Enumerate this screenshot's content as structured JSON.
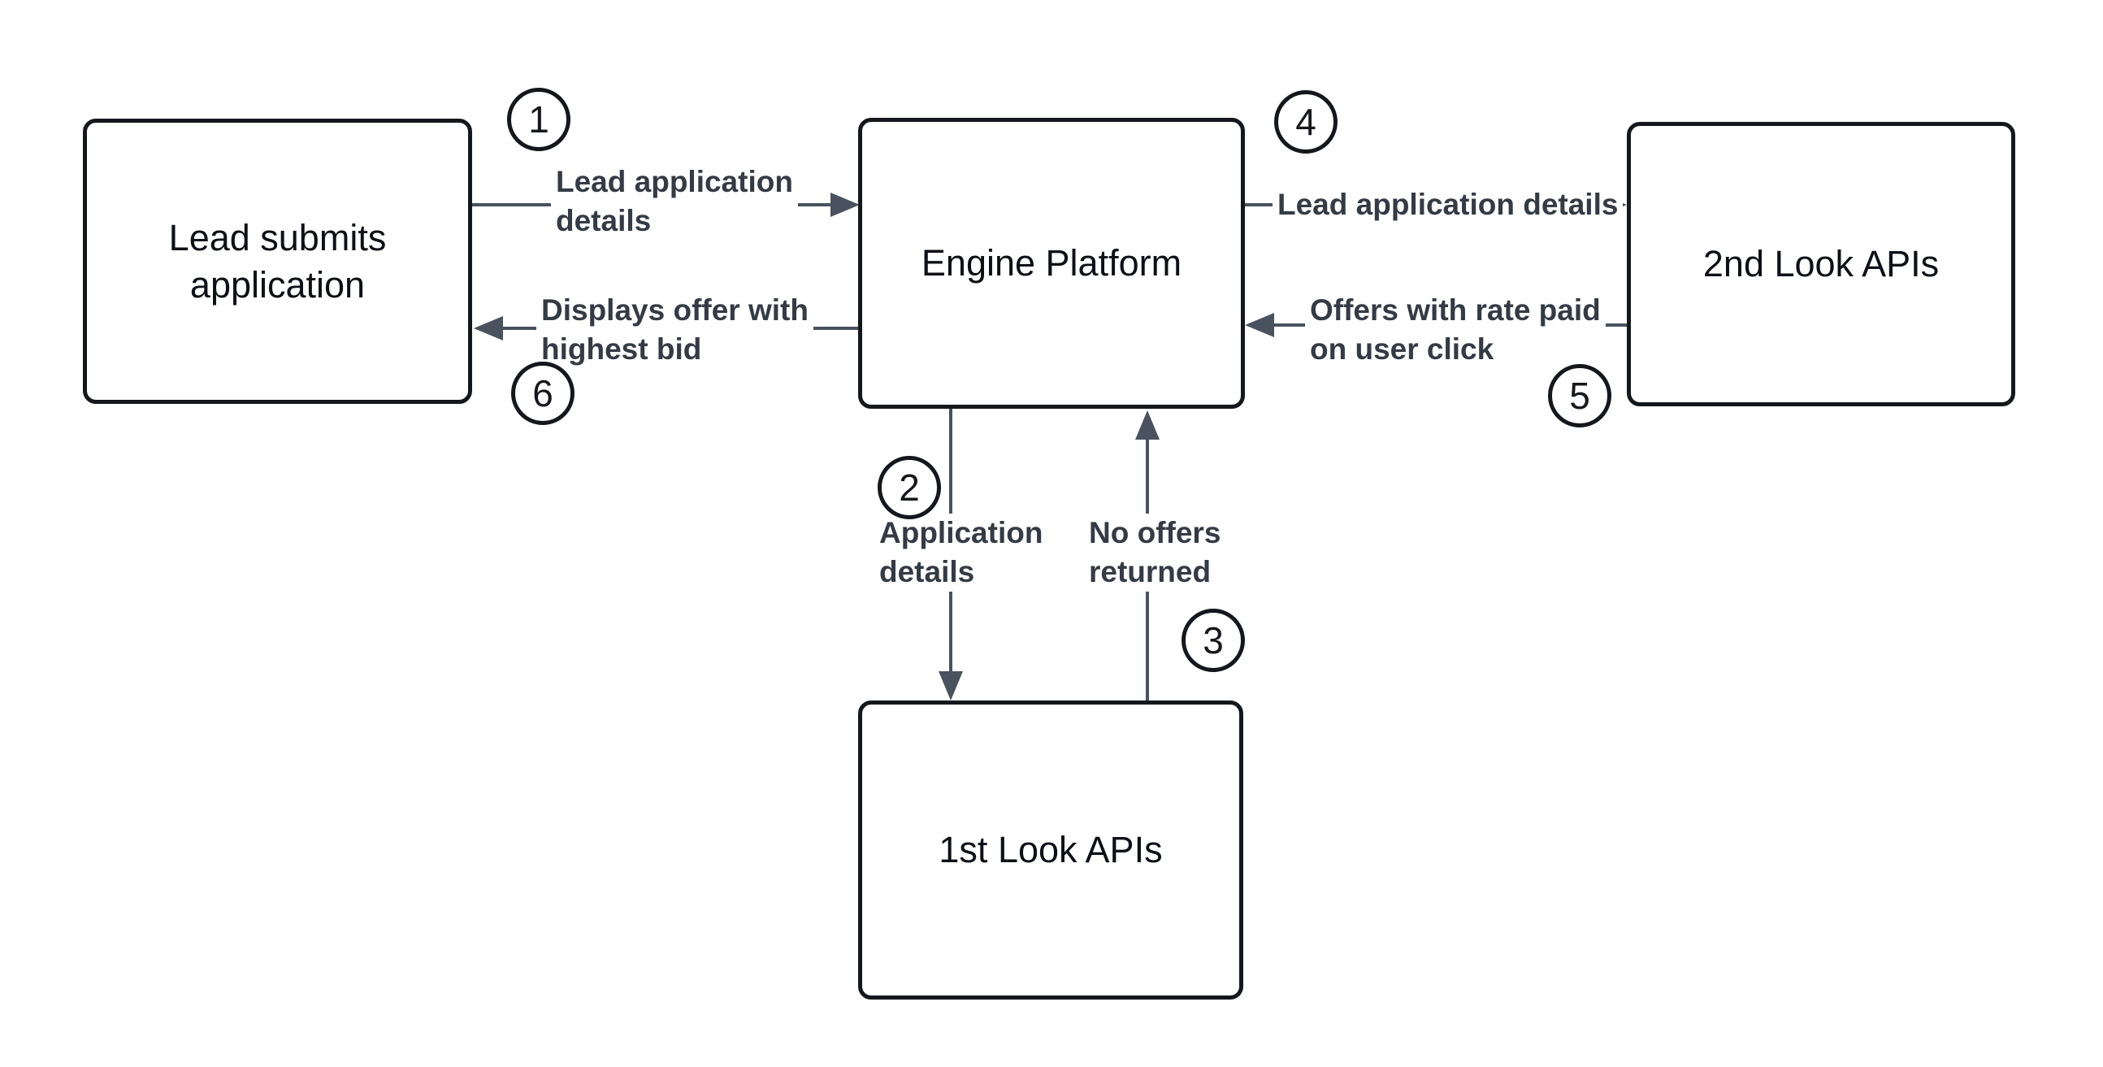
{
  "nodes": {
    "lead": {
      "label": "Lead submits application"
    },
    "engine": {
      "label": "Engine Platform"
    },
    "second_look": {
      "label": "2nd Look APIs"
    },
    "first_look": {
      "label": "1st Look APIs"
    }
  },
  "steps": {
    "s1": {
      "number": "1",
      "line1": "Lead application",
      "line2": "details"
    },
    "s2": {
      "number": "2",
      "line1": "Application",
      "line2": "details"
    },
    "s3": {
      "number": "3",
      "line1": "No offers",
      "line2": "returned"
    },
    "s4": {
      "number": "4",
      "line1": "Lead application details"
    },
    "s5": {
      "number": "5",
      "line1": "Offers with rate paid",
      "line2": "on user click"
    },
    "s6": {
      "number": "6",
      "line1": "Displays offer with",
      "line2": "highest bid"
    }
  },
  "colors": {
    "arrow": "#49525e",
    "label_text": "#343b44",
    "box_border": "#14171c",
    "box_text": "#0d1117",
    "badge_border": "#14171c",
    "badge_text": "#16181d",
    "background": "#ffffff"
  }
}
